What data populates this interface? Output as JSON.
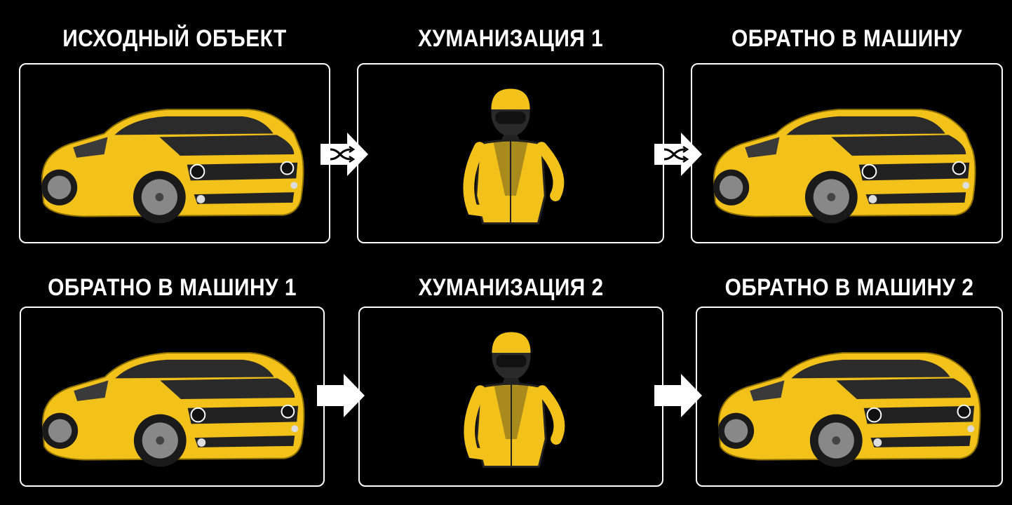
{
  "steps": [
    {
      "title": "ИСХОДНЫЙ ОБЪЕКТ",
      "image": "yellow-car"
    },
    {
      "title": "ХУМАНИЗАЦИЯ 1",
      "image": "yellow-racer-woman"
    },
    {
      "title": "ОБРАТНО В МАШИНУ",
      "image": "yellow-car"
    },
    {
      "title": "ОБРАТНО В МАШИНУ 1",
      "image": "yellow-car"
    },
    {
      "title": "ХУМАНИЗАЦИЯ 2",
      "image": "yellow-racer-woman"
    },
    {
      "title": "ОБРАТНО В МАШИНУ 2",
      "image": "yellow-car"
    }
  ],
  "arrows": [
    {
      "icon": "shuffle-arrow-icon"
    },
    {
      "icon": "shuffle-arrow-icon"
    },
    {
      "icon": "arrow-right-icon"
    },
    {
      "icon": "arrow-right-icon"
    }
  ],
  "colors": {
    "background": "#000000",
    "car": "#f2c21b",
    "stripe": "#2a2a2a",
    "border": "#ffffff"
  }
}
